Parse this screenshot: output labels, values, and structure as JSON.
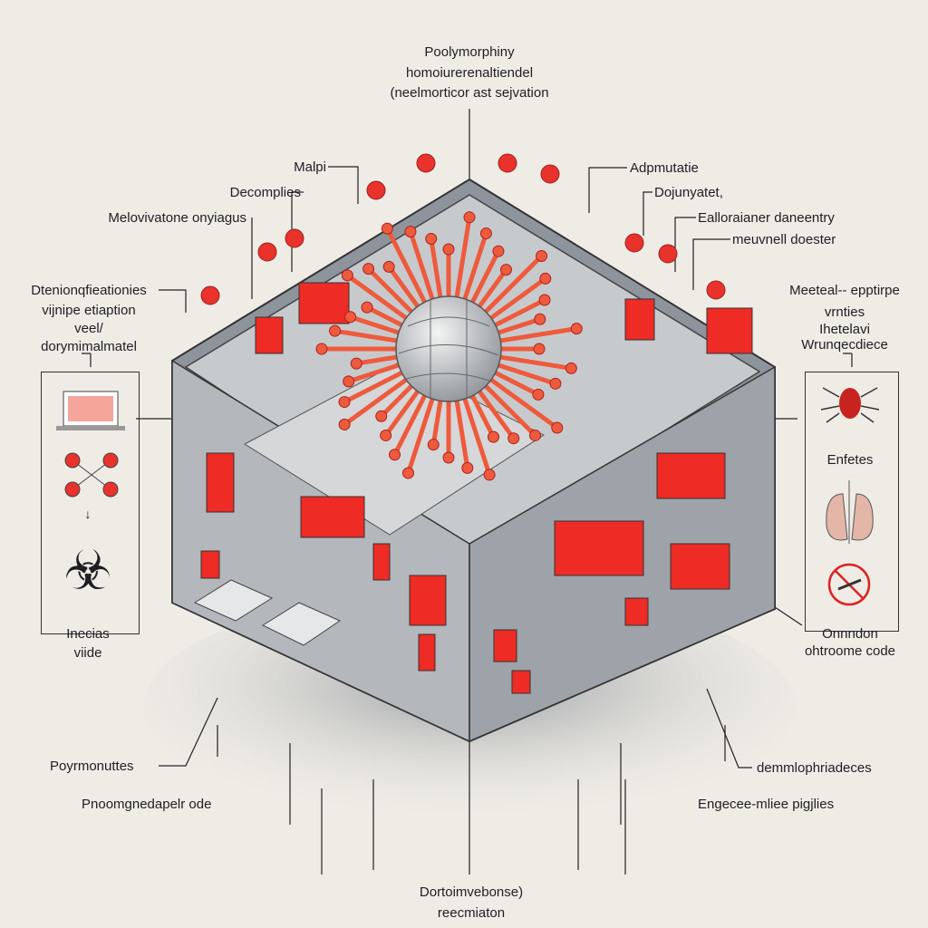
{
  "title": {
    "line1": "Poolymorphiny",
    "line2": "homoiurerenaltiendel",
    "line3": "(neelmorticor ast sejvation"
  },
  "labels_left": {
    "malpi": "Malpi",
    "decomplies": "Decomplies",
    "melovivatone": "Melovivatone onyiagus",
    "dtenion_1": "Dtenionqfieationies",
    "dtenion_2": "vijnipe etiaption",
    "dtenion_3": "veel/",
    "dtenion_4": "dorymimalmatel",
    "inecias": "Inecias",
    "viide": "viide",
    "poyrmonuttes": "Poyrmonuttes",
    "pnoomgnedapelr": "Pnoomgnedapelr ode"
  },
  "labels_right": {
    "adpmutatie": "Adpmutatie",
    "dojunyatet": "Dojunyatet,",
    "ealloraianer": "Ealloraianer daneentry",
    "meuvnell": "meuvnell doester",
    "meeteal_1": "Meeteal-- epptirpe",
    "meeteal_2": "vrnties",
    "meeteal_3": "Ihetelavi",
    "meeteal_4": "Wrunqecdiece",
    "enfetes": "Enfetes",
    "onnndon": "Onnndon",
    "ohtroome": "ohtroome code",
    "demmlophriadeces": "demmlophriadeces",
    "engecee": "Engecee-mliee pigjlies"
  },
  "bottom": {
    "line1": "Dortoimvebonse)",
    "line2": "reecmiaton"
  },
  "colors": {
    "background": "#efece6",
    "accent_red": "#e8322b",
    "virus_red": "#ee5a3c",
    "cube_gray": "#a9adb3",
    "ink": "#1e1e22"
  }
}
